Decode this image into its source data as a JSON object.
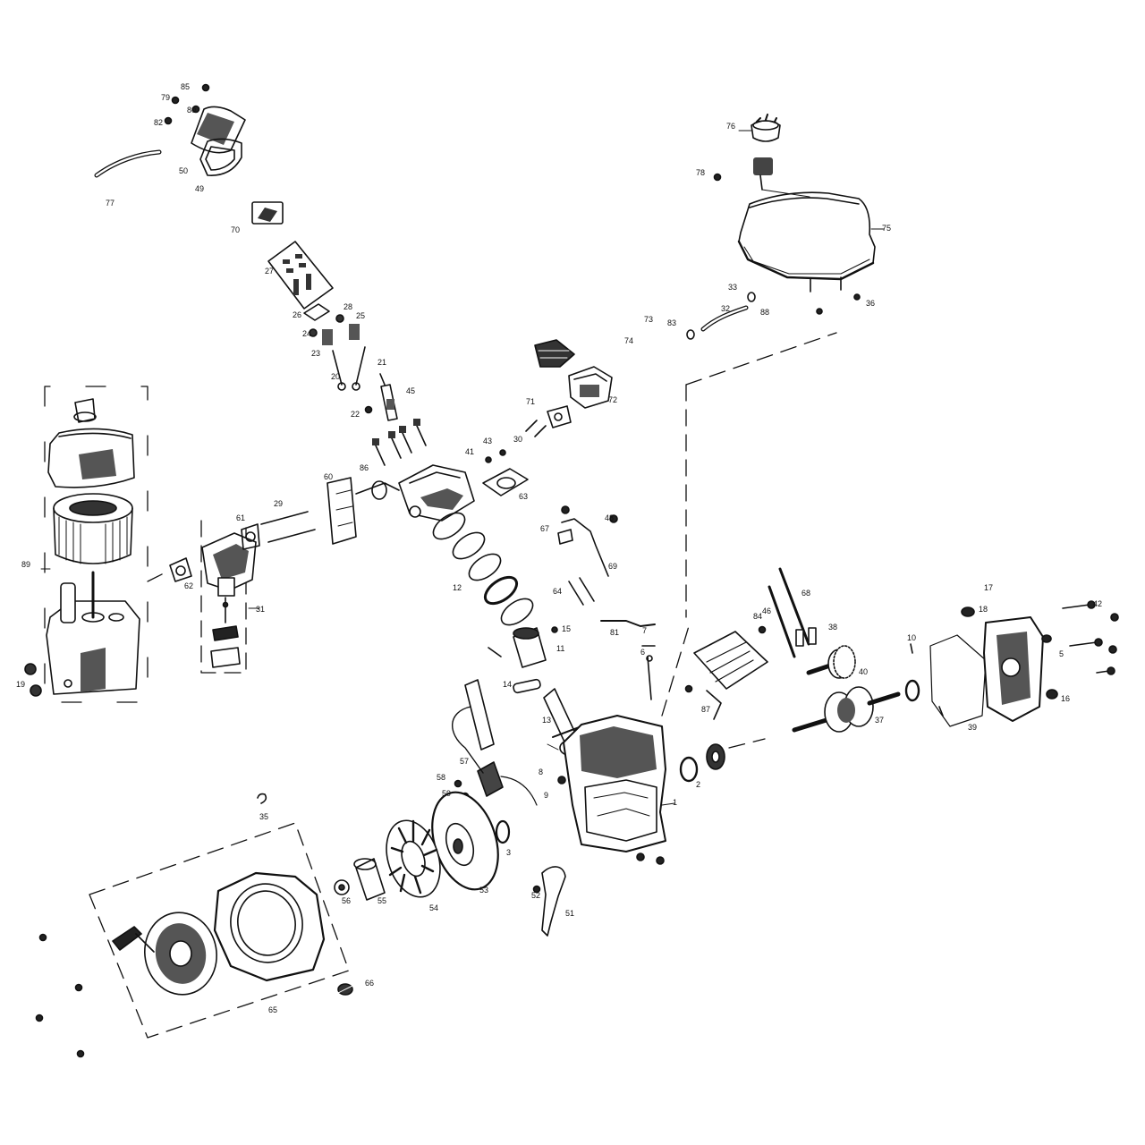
{
  "diagram": {
    "type": "exploded-parts-diagram",
    "stroke_color": "#111111",
    "fill_color": "#ffffff",
    "shade_color": "#555555",
    "labels": [
      "1",
      "2",
      "3",
      "5",
      "6",
      "7",
      "8",
      "9",
      "10",
      "11",
      "12",
      "13",
      "14",
      "15",
      "16",
      "17",
      "18",
      "19",
      "20",
      "21",
      "22",
      "23",
      "24",
      "25",
      "26",
      "27",
      "28",
      "29",
      "30",
      "31",
      "32",
      "33",
      "35",
      "36",
      "37",
      "38",
      "39",
      "40",
      "41",
      "42",
      "43",
      "45",
      "46",
      "48",
      "49",
      "50",
      "51",
      "52",
      "53",
      "54",
      "55",
      "56",
      "57",
      "58",
      "59",
      "60",
      "61",
      "62",
      "63",
      "64",
      "65",
      "66",
      "67",
      "68",
      "69",
      "70",
      "71",
      "72",
      "73",
      "74",
      "75",
      "76",
      "77",
      "78",
      "79",
      "80",
      "81",
      "82",
      "83",
      "84",
      "85",
      "86",
      "87",
      "88",
      "89"
    ]
  }
}
